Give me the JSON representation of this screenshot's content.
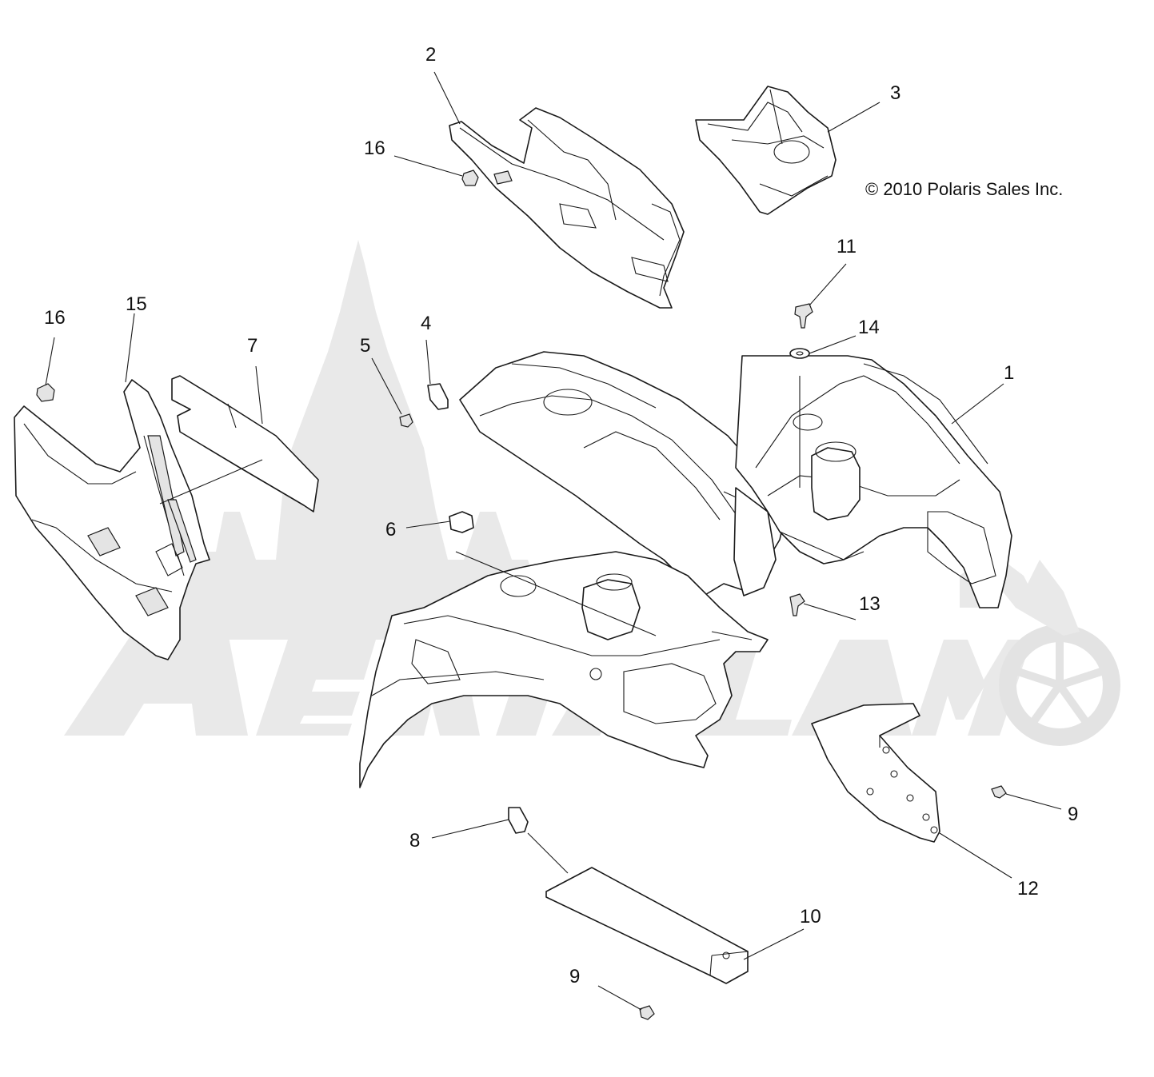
{
  "copyright": "© 2010 Polaris Sales Inc.",
  "watermark_text": "AeriAlamo",
  "callouts": [
    "1",
    "2",
    "3",
    "4",
    "5",
    "6",
    "7",
    "8",
    "9",
    "9",
    "10",
    "11",
    "12",
    "13",
    "14",
    "15",
    "16",
    "16"
  ],
  "colors": {
    "line": "#1a1a1a",
    "watermark": "#e9e9e9",
    "background": "#ffffff"
  }
}
